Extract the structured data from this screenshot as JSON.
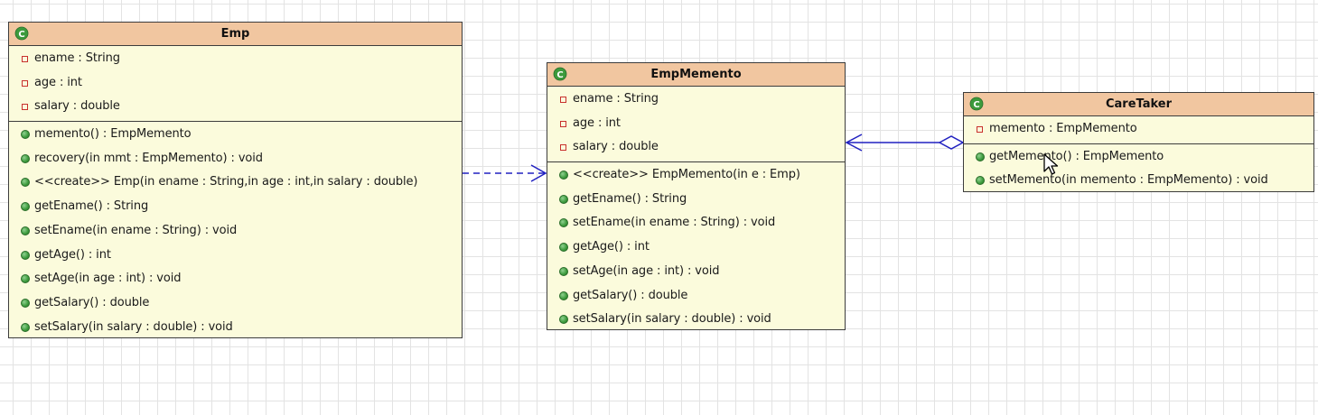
{
  "diagram": {
    "classes": [
      {
        "name": "Emp",
        "attributes": [
          "ename : String",
          "age : int",
          "salary : double"
        ],
        "operations": [
          "memento() : EmpMemento",
          "recovery(in mmt : EmpMemento) : void",
          "<<create>> Emp(in ename : String,in age : int,in salary : double)",
          "getEname() : String",
          "setEname(in ename : String) : void",
          "getAge() : int",
          "setAge(in age : int) : void",
          "getSalary() : double",
          "setSalary(in salary : double) : void"
        ]
      },
      {
        "name": "EmpMemento",
        "attributes": [
          "ename : String",
          "age : int",
          "salary : double"
        ],
        "operations": [
          "<<create>> EmpMemento(in e : Emp)",
          "getEname() : String",
          "setEname(in ename : String) : void",
          "getAge() : int",
          "setAge(in age : int) : void",
          "getSalary() : double",
          "setSalary(in salary : double) : void"
        ]
      },
      {
        "name": "CareTaker",
        "attributes": [
          "memento : EmpMemento"
        ],
        "operations": [
          "getMemento() : EmpMemento",
          "setMemento(in memento : EmpMemento) : void"
        ]
      }
    ],
    "relationships": [
      {
        "type": "dependency",
        "from": "Emp",
        "to": "EmpMemento"
      },
      {
        "type": "aggregation",
        "from": "CareTaker",
        "to": "EmpMemento"
      }
    ],
    "colors": {
      "header": "#f1c6a0",
      "body": "#fbfbdc",
      "border": "#3c3c3c",
      "connector": "#2020c0",
      "attribute_icon": "#c8302c",
      "operation_icon": "#3c9a3c",
      "class_icon": "#3c9a3c"
    },
    "icons": {
      "class": "class-c-icon",
      "attribute": "private-attribute-icon",
      "operation": "public-operation-icon"
    }
  }
}
